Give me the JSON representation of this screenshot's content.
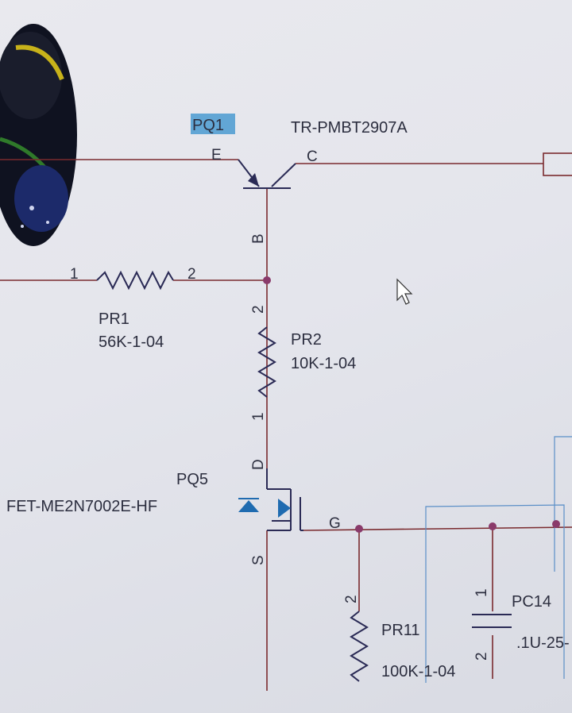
{
  "parts": {
    "pq1": {
      "ref": "PQ1",
      "value": "TR-PMBT2907A",
      "pin_e": "E",
      "pin_c": "C",
      "pin_b": "B"
    },
    "pr1": {
      "ref": "PR1",
      "value": "56K-1-04",
      "pin1": "1",
      "pin2": "2"
    },
    "pr2": {
      "ref": "PR2",
      "value": "10K-1-04",
      "pin1": "1",
      "pin2": "2"
    },
    "pq5": {
      "ref": "PQ5",
      "value": "FET-ME2N7002E-HF",
      "pin_d": "D",
      "pin_g": "G",
      "pin_s": "S"
    },
    "pr11": {
      "ref": "PR11",
      "value": "100K-1-04",
      "pin2": "2"
    },
    "pc14": {
      "ref": "PC14",
      "value": ".1U-25-",
      "pin1": "1",
      "pin2": "2"
    }
  },
  "colors": {
    "wire": "#7a2a2e",
    "selection": "#5b8fc7",
    "highlight": "#4a9ad0",
    "junction": "#8a3a6a"
  },
  "cursor_icon": "arrow-cursor-icon"
}
